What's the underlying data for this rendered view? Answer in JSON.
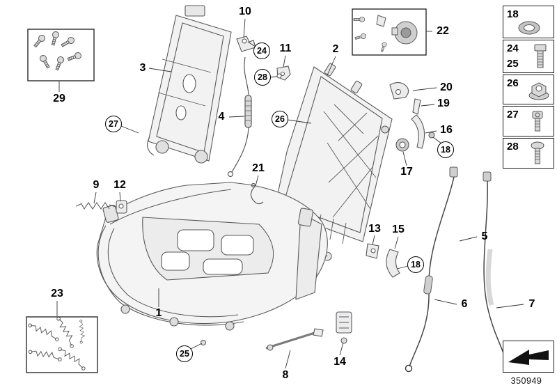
{
  "callouts": [
    {
      "text": "3",
      "circled": false
    },
    {
      "text": "10",
      "circled": false
    },
    {
      "text": "24",
      "circled": true
    },
    {
      "text": "11",
      "circled": false
    },
    {
      "text": "28",
      "circled": true
    },
    {
      "text": "4",
      "circled": false
    },
    {
      "text": "26",
      "circled": true
    },
    {
      "text": "27",
      "circled": true
    },
    {
      "text": "2",
      "circled": false
    },
    {
      "text": "22",
      "circled": false
    },
    {
      "text": "20",
      "circled": false
    },
    {
      "text": "19",
      "circled": false
    },
    {
      "text": "16",
      "circled": false
    },
    {
      "text": "18",
      "circled": true
    },
    {
      "text": "17",
      "circled": false
    },
    {
      "text": "21",
      "circled": false
    },
    {
      "text": "9",
      "circled": false
    },
    {
      "text": "12",
      "circled": false
    },
    {
      "text": "13",
      "circled": false
    },
    {
      "text": "15",
      "circled": false
    },
    {
      "text": "18",
      "circled": true
    },
    {
      "text": "5",
      "circled": false
    },
    {
      "text": "6",
      "circled": false
    },
    {
      "text": "7",
      "circled": false
    },
    {
      "text": "23",
      "circled": false
    },
    {
      "text": "1",
      "circled": false
    },
    {
      "text": "25",
      "circled": true
    },
    {
      "text": "8",
      "circled": false
    },
    {
      "text": "14",
      "circled": false
    },
    {
      "text": "29",
      "circled": false
    }
  ],
  "sidebar": {
    "boxes": [
      {
        "labels": [
          "18"
        ],
        "icon": "grommet-icon"
      },
      {
        "labels": [
          "24",
          "25"
        ],
        "icon": "hex-bolt-icon"
      },
      {
        "labels": [
          "26"
        ],
        "icon": "flange-nut-icon"
      },
      {
        "labels": [
          "27"
        ],
        "icon": "torx-screw-icon"
      },
      {
        "labels": [
          "28"
        ],
        "icon": "pan-screw-icon"
      },
      {
        "labels": [],
        "icon": "direction-arrow-icon"
      }
    ]
  },
  "part_number": "350949",
  "colors": {
    "line_art": "#58595b",
    "metal_fill": "#f2f2f2",
    "label": "#000000",
    "background": "#ffffff"
  }
}
